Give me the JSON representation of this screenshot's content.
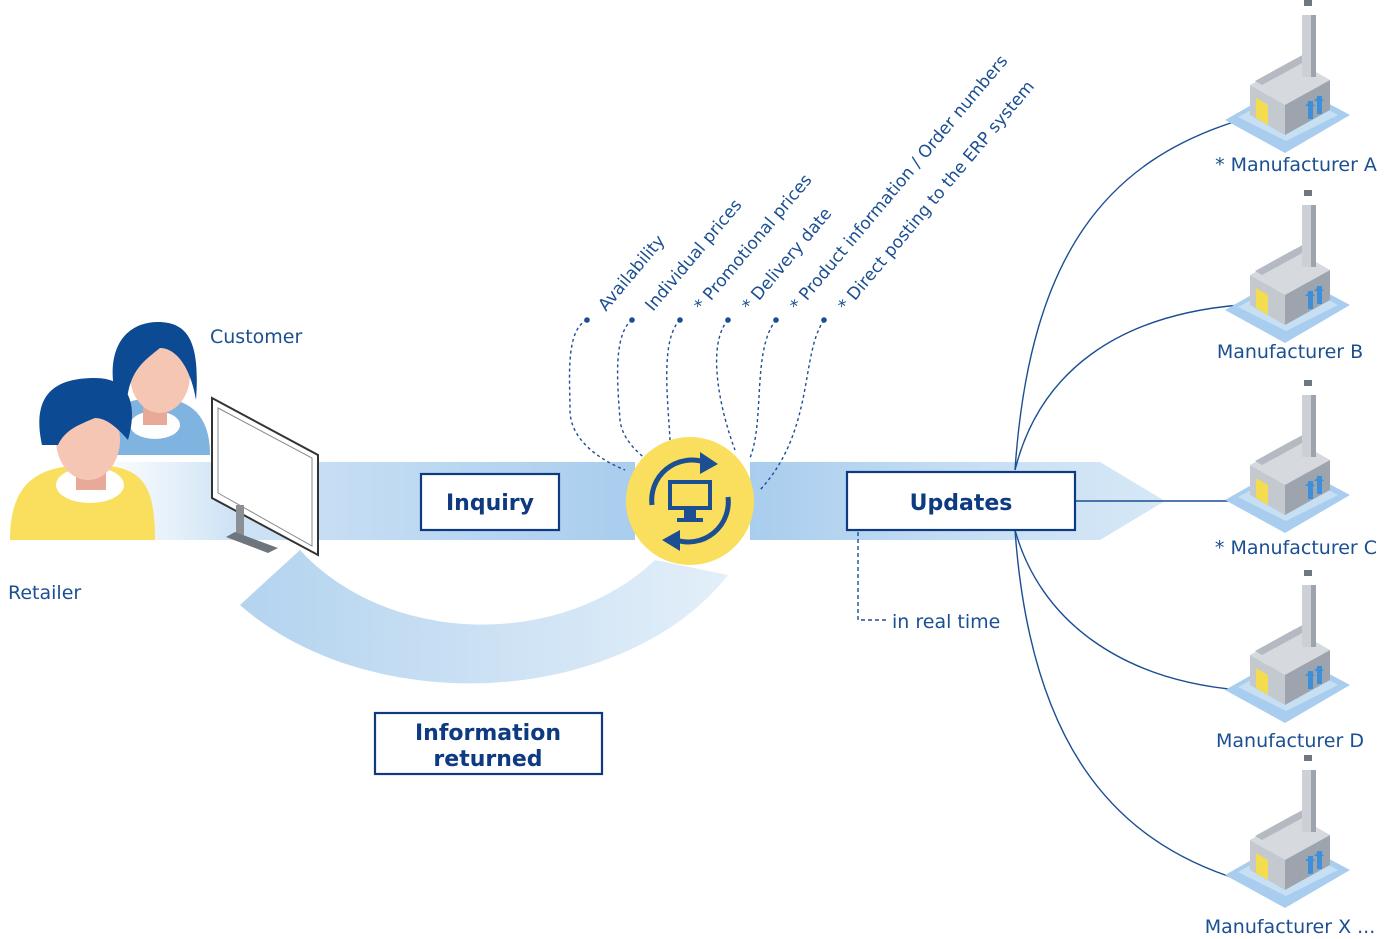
{
  "people": {
    "customer_label": "Customer",
    "retailer_label": "Retailer"
  },
  "flow": {
    "inquiry_label": "Inquiry",
    "updates_label": "Updates",
    "info_returned_line1": "Information",
    "info_returned_line2": "returned",
    "realtime_label": "in real time"
  },
  "features": [
    "Availability",
    "Individual prices",
    "* Promotional prices",
    "* Delivery date",
    "* Product information / Order numbers",
    "* Direct posting to the ERP system"
  ],
  "manufacturers": [
    "* Manufacturer A",
    "Manufacturer B",
    "* Manufacturer C",
    "Manufacturer D",
    "Manufacturer X ..."
  ],
  "colors": {
    "navy": "#0d3a80",
    "text_blue": "#1b4f92",
    "band_light": "#d6e8f7",
    "band_mid": "#aed0ee",
    "yellow": "#f9df5d",
    "skin": "#f5c6b4",
    "hair": "#0d4a94",
    "shirt_blue": "#7fb3e0"
  },
  "icons": [
    "sync-monitor-icon",
    "factory-icon",
    "computer-monitor-icon",
    "customer-avatar-icon",
    "retailer-avatar-icon"
  ]
}
